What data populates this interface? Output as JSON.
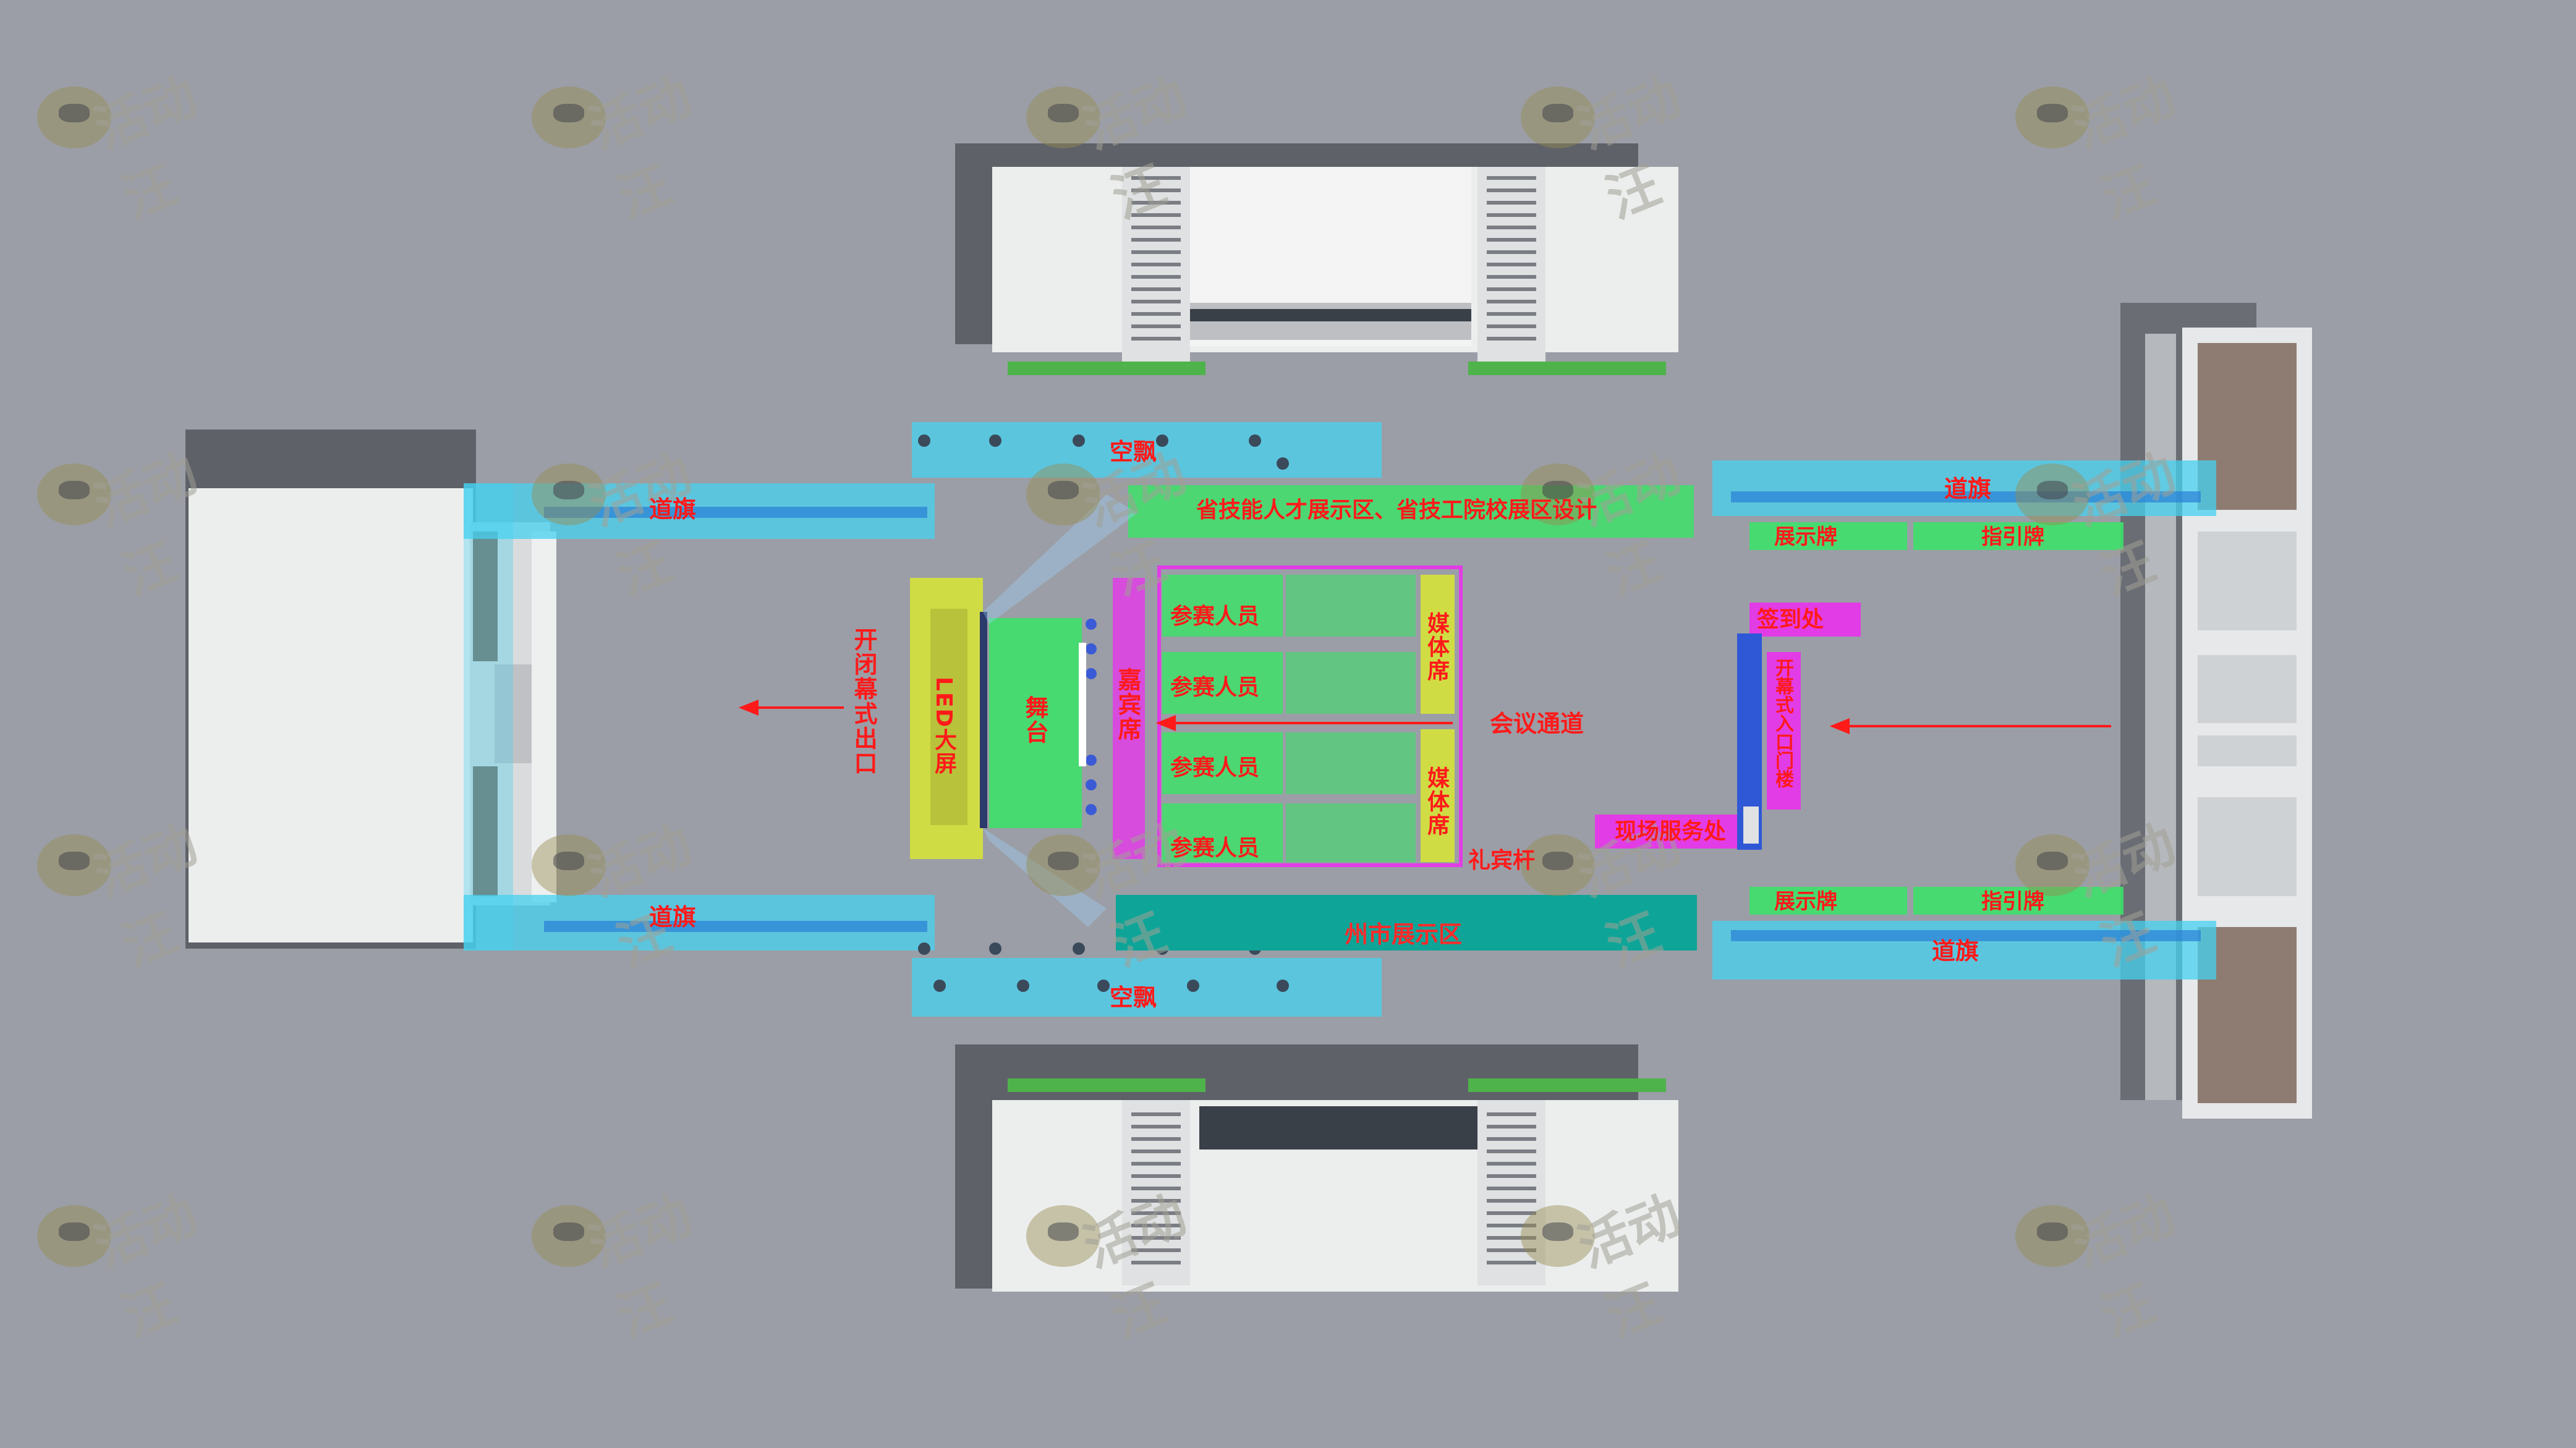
{
  "labels": {
    "kongpiao_top": "空飘",
    "kongpiao_bottom": "空飘",
    "daoqi_left_top": "道旗",
    "daoqi_left_bottom": "道旗",
    "daoqi_right_top": "道旗",
    "daoqi_right_bottom": "道旗",
    "province_exhibit": "省技能人才展示区、省技工院校展区设计",
    "exit": "开闭幕式出口",
    "led": "LED大屏",
    "stage": "舞台",
    "vip": "嘉宾席",
    "participants": [
      "参赛人员",
      "参赛人员",
      "参赛人员",
      "参赛人员"
    ],
    "media_top": "媒体席",
    "media_bottom": "媒体席",
    "aisle": "会议通道",
    "ceremony_pole": "礼宾杆",
    "city_exhibit": "州市展示区",
    "display_board_top": "展示牌",
    "guide_board_top": "指引牌",
    "display_board_bottom": "展示牌",
    "guide_board_bottom": "指引牌",
    "signin": "签到处",
    "entrance_gate": "开幕式入口门楼",
    "service": "现场服务处"
  },
  "watermark": "活动汪",
  "colors": {
    "ground": "#9b9ea6",
    "cyan_zone": "#46d2f0",
    "green_zone": "#3ee06a",
    "magenta_zone": "#e23ce6",
    "yellow_zone": "#d6e23a",
    "teal_zone": "#0ea598",
    "label_red": "#ff1a1a"
  }
}
